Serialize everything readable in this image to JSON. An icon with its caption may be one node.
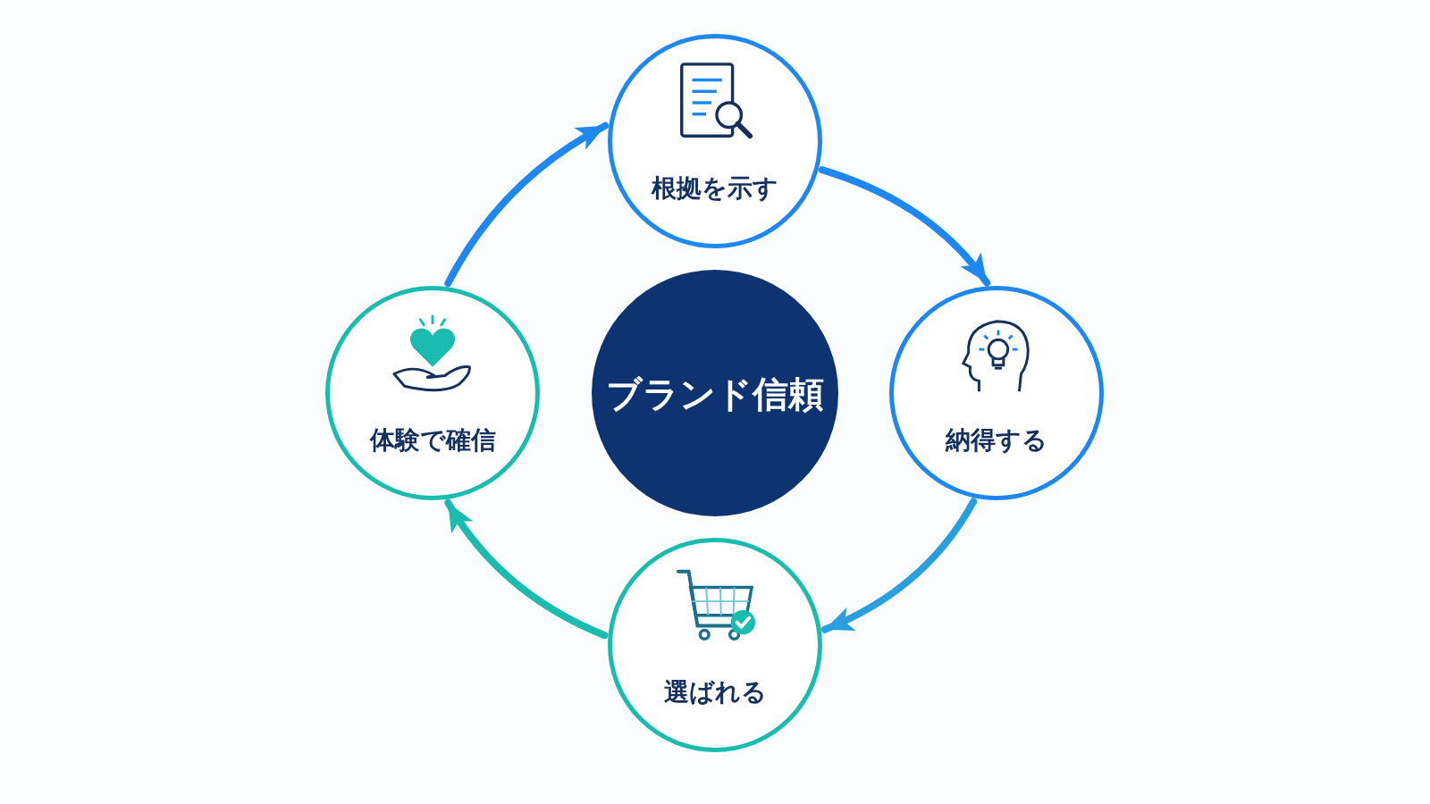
{
  "diagram": {
    "nodes": [
      {
        "text": [
          "ブランド信頼"
        ]
      },
      {
        "text": [
          "根拠を示す"
        ]
      },
      {
        "text": [
          "納得する"
        ]
      },
      {
        "text": [
          "選ばれる"
        ]
      },
      {
        "text": [
          "体験で確信"
        ]
      }
    ],
    "edges": [
      {
        "from": 1,
        "to": 2,
        "arrow": "to",
        "color": "#1e88f0"
      },
      {
        "from": 2,
        "to": 3,
        "arrow": "to",
        "color": "#2a9fe0"
      },
      {
        "from": 3,
        "to": 4,
        "arrow": "to",
        "color": "#1bbcb0"
      },
      {
        "from": 4,
        "to": 1,
        "arrow": "to",
        "color": "#1e88f0"
      }
    ]
  }
}
